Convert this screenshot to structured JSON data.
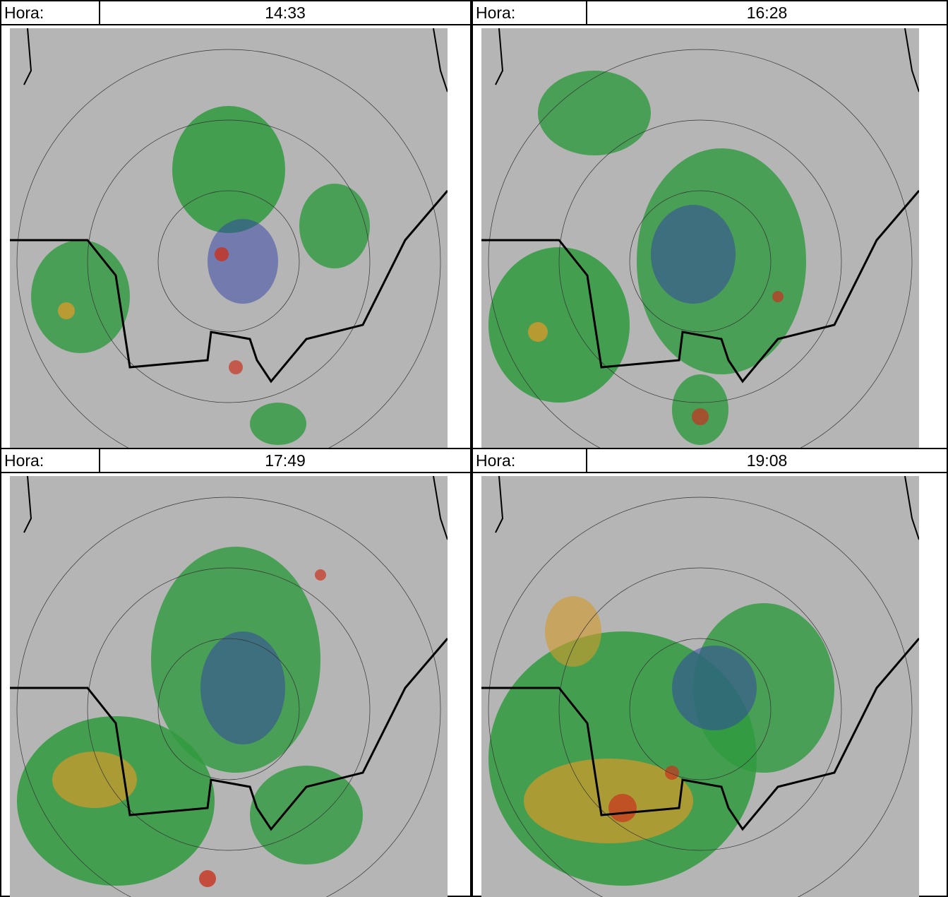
{
  "panels": [
    {
      "label": "Hora:",
      "time": "14:33"
    },
    {
      "label": "Hora:",
      "time": "16:28"
    },
    {
      "label": "Hora:",
      "time": "17:49"
    },
    {
      "label": "Hora:",
      "time": "19:08"
    }
  ],
  "colors": {
    "terrain": "#b5b5b5",
    "light_echo": "#2f9a3e",
    "moderate_echo": "#d59a2a",
    "strong_echo": "#c8321e",
    "weak_echo": "#2f3fa8",
    "border_line": "#000000"
  }
}
